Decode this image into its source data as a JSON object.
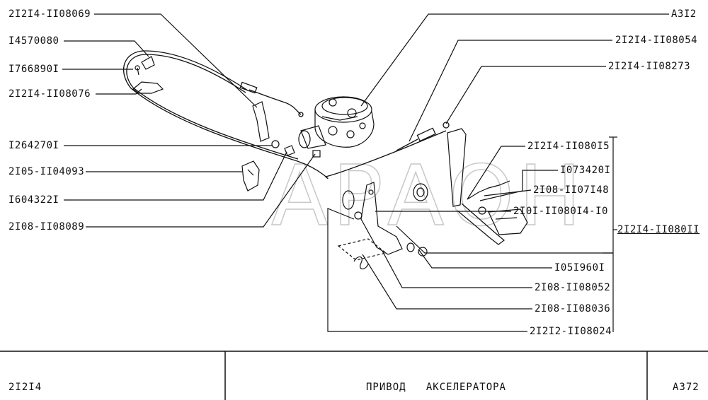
{
  "watermark": "АРАОН",
  "labels": {
    "l1": "2I2I4-II08069",
    "l2": "I4570080",
    "l3": "I766890I",
    "l4": "2I2I4-II08076",
    "l5": "I264270I",
    "l6": "2I05-II04093",
    "l7": "I604322I",
    "l8": "2I08-II08089",
    "r1": "A3I2",
    "r2": "2I2I4-II08054",
    "r3": "2I2I4-II08273",
    "r4": "2I2I4-II080I5",
    "r5": "I073420I",
    "r6": "2I08-II07I48",
    "r7": "2I0I-II080I4-I0",
    "r8": "2I2I4-II080II",
    "r9": "I05I960I",
    "r10": "2I08-II08052",
    "r11": "2I08-II08036",
    "r12": "2I2I2-II08024"
  },
  "footer": {
    "model": "2I2I4",
    "title": "ПРИВОД   АКСЕЛЕРАТОРА",
    "page": "A372"
  }
}
